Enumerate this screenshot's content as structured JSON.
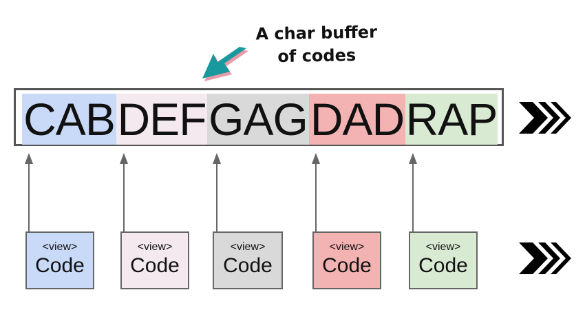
{
  "callout": {
    "line1": "A char buffer",
    "line2": "of codes"
  },
  "buffer": {
    "segments": [
      {
        "text": "CAB",
        "color": "#c9daf8"
      },
      {
        "text": "DEF",
        "color": "#f4e9ef"
      },
      {
        "text": "GAG",
        "color": "#d9d9d9"
      },
      {
        "text": "DAD",
        "color": "#f4b3b3"
      },
      {
        "text": "RAP",
        "color": "#d9ead3"
      }
    ]
  },
  "views": [
    {
      "tag": "<view>",
      "label": "Code",
      "color": "#c9daf8"
    },
    {
      "tag": "<view>",
      "label": "Code",
      "color": "#f4e9ef"
    },
    {
      "tag": "<view>",
      "label": "Code",
      "color": "#d9d9d9"
    },
    {
      "tag": "<view>",
      "label": "Code",
      "color": "#f4b3b3"
    },
    {
      "tag": "<view>",
      "label": "Code",
      "color": "#d9ead3"
    }
  ],
  "colors": {
    "arrow_teal": "#17999e",
    "arrow_shadow": "#e89aa8",
    "line_gray": "#666666",
    "chevron": "#000000"
  },
  "icons": {
    "callout_arrow": "big-curved-arrow-icon",
    "continuation": "triple-chevron-right-icon",
    "pointer": "up-arrow-icon"
  }
}
